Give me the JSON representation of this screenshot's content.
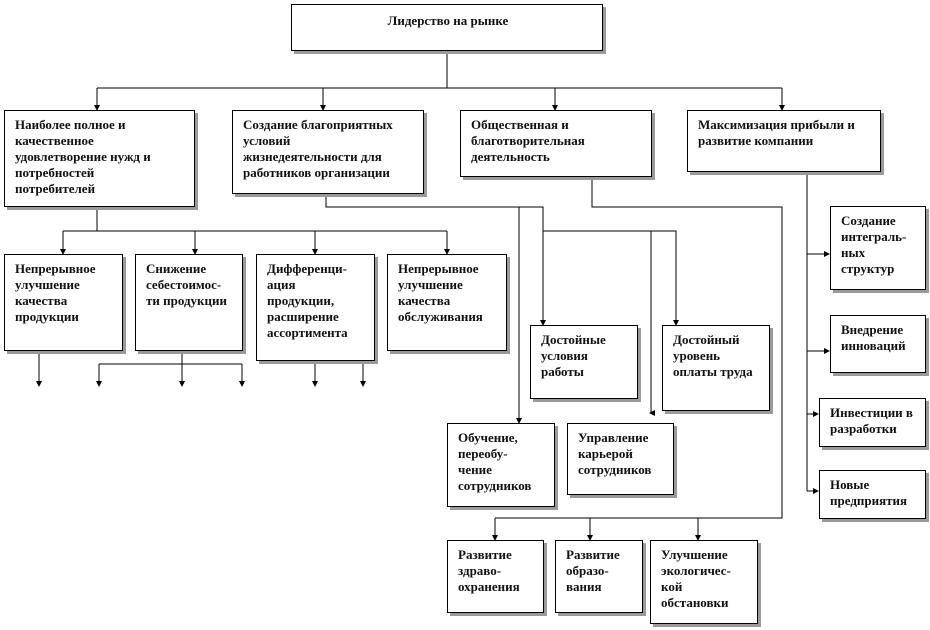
{
  "colors": {
    "line": "#000000",
    "box_border": "#000000",
    "shadow": "#9a9a9a",
    "background": "#ffffff"
  },
  "nodes": {
    "root": "Лидерство на  рынке",
    "goal_needs": "Наиболее полное  и\nкачественное\nудовлетворение нужд и\nпотребностей\nпотребителей",
    "goal_conditions": "Создание благоприятных\nусловий\nжизнедеятельности для\nработников  организации",
    "goal_social": "Общественная и\nблаготворительная\nдеятельность",
    "goal_profit": "Максимизация прибыли и\nразвитие компании",
    "product_quality": "Непрерывное\nулучшение\nкачества\nпродукции",
    "cost_reduction": "Снижение\nсебестоимос-\nти продукции",
    "differentiation": "Дифференци-\nация\nпродукции,\nрасширение\nассортимента",
    "service_quality": "Непрерывное\nулучшение\nкачества\nобслуживания",
    "work_conditions": "Достойные\nусловия\nработы",
    "pay_level": "Достойный\nуровень\nоплаты труда",
    "training": "Обучение,\nпереобу-\nчение\nсотрудников",
    "career": "Управление\nкарьерой\nсотрудников",
    "integral_structures": "Создание\nинтеграль-\nных\nструктур",
    "innovations": "Внедрение\nинноваций",
    "rnd_investment": "Инвестиции в\nразработки",
    "new_enterprises": "Новые\nпредприятия",
    "healthcare": "Развитие\nздраво-\nохранения",
    "education": "Развитие\nобразо-\nвания",
    "ecology": "Улучшение\nэкологичес-\nкой\nобстановки"
  }
}
